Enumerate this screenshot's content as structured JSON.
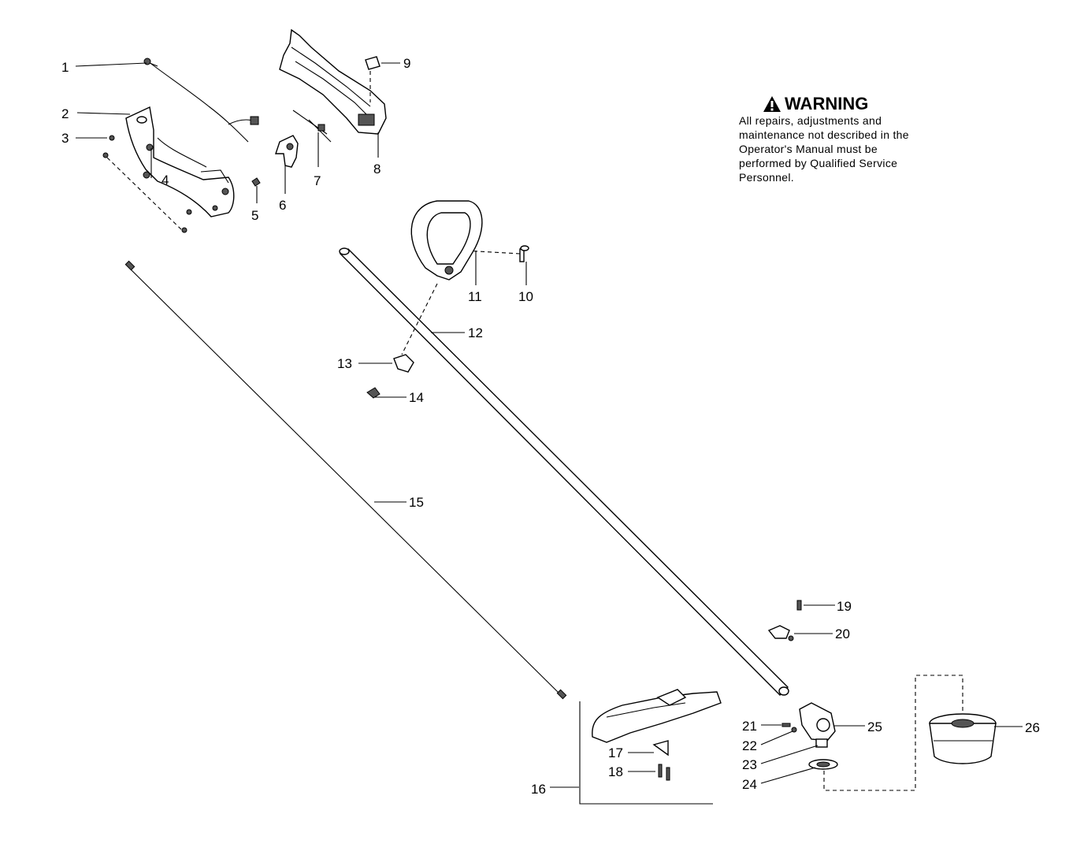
{
  "warning": {
    "title": "WARNING",
    "text": "All repairs, adjustments and maintenance not described in the Operator's Manual must be performed by Qualified Service Personnel.",
    "icon": "warning-triangle-icon"
  },
  "callouts": [
    "1",
    "2",
    "3",
    "4",
    "5",
    "6",
    "7",
    "8",
    "9",
    "10",
    "11",
    "12",
    "13",
    "14",
    "15",
    "16",
    "17",
    "18",
    "19",
    "20",
    "21",
    "22",
    "23",
    "24",
    "25",
    "26"
  ]
}
